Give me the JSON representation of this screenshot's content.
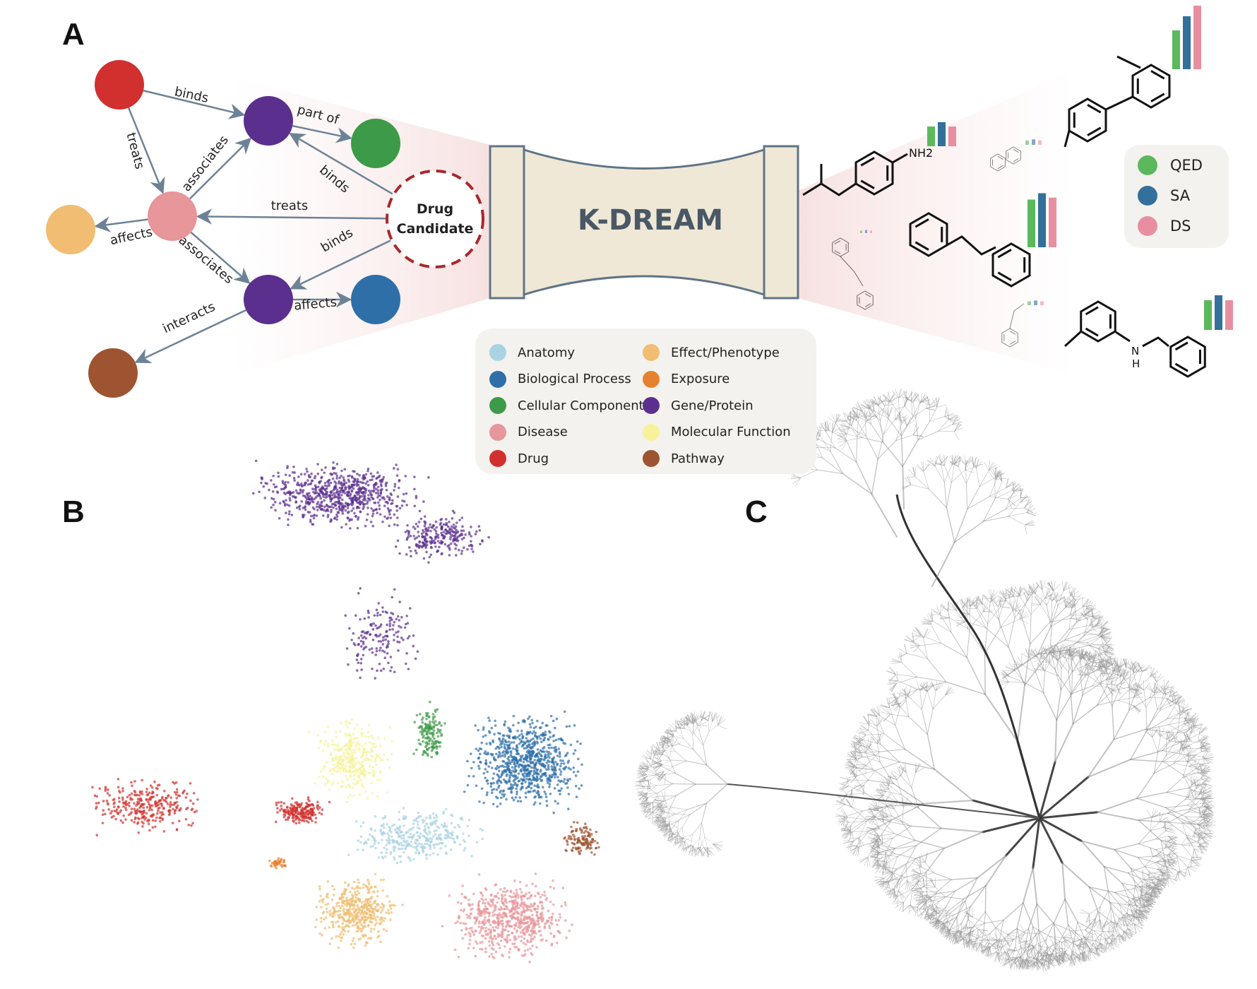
{
  "panels": {
    "a": "A",
    "b": "B",
    "c": "C"
  },
  "graph": {
    "center_node": {
      "line1": "Drug",
      "line2": "Candidate"
    },
    "edges": [
      "binds",
      "part of",
      "treats",
      "associates",
      "binds",
      "treats",
      "affects",
      "associates",
      "binds",
      "affects",
      "interacts"
    ]
  },
  "model": {
    "title": "K-DREAM"
  },
  "node_legend": [
    {
      "label": "Anatomy",
      "color": "#a9d3e3"
    },
    {
      "label": "Biological Process",
      "color": "#2e6fa8"
    },
    {
      "label": "Cellular Component",
      "color": "#3d9a48"
    },
    {
      "label": "Disease",
      "color": "#e7969a"
    },
    {
      "label": "Drug",
      "color": "#d1302e"
    },
    {
      "label": "Effect/Phenotype",
      "color": "#f0bd72"
    },
    {
      "label": "Exposure",
      "color": "#e6822f"
    },
    {
      "label": "Gene/Protein",
      "color": "#5b2f8d"
    },
    {
      "label": "Molecular Function",
      "color": "#f7f29a"
    },
    {
      "label": "Pathway",
      "color": "#9e5430"
    }
  ],
  "score_legend": [
    {
      "label": "QED",
      "color": "#5cb85c"
    },
    {
      "label": "SA",
      "color": "#33709b"
    },
    {
      "label": "DS",
      "color": "#e78fa0"
    }
  ],
  "molecule_labels": {
    "amine": "NH2",
    "nh": "N",
    "h": "H"
  },
  "molecule_scores": [
    {
      "qed": 0.55,
      "sa": 0.75,
      "ds": 0.9
    },
    {
      "qed": 0.45,
      "sa": 0.55,
      "ds": 0.45
    },
    {
      "qed": 0.75,
      "sa": 0.85,
      "ds": 0.78
    },
    {
      "qed": 0.6,
      "sa": 0.7,
      "ds": 0.6
    }
  ]
}
